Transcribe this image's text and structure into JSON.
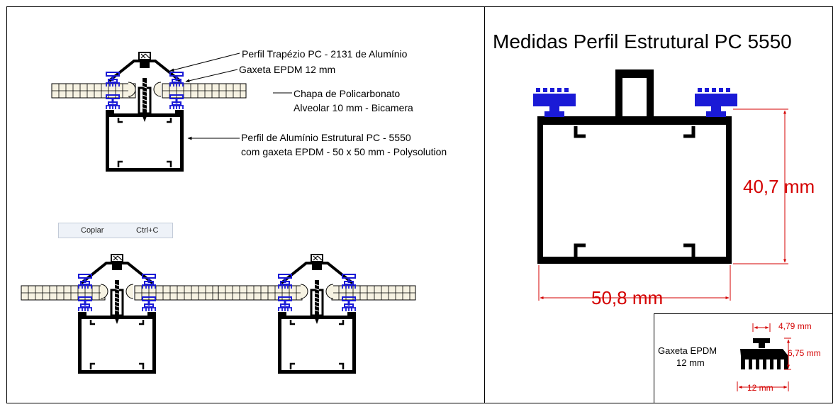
{
  "left_panel": {
    "callouts": {
      "trapezio": "Perfil Trapézio PC - 2131 de Alumínio",
      "gaxeta": "Gaxeta EPDM 12 mm",
      "chapa_line1": "Chapa de Policarbonato",
      "chapa_line2": "Alveolar 10 mm - Bicamera",
      "perfil_line1": "Perfil de Alumínio Estrutural PC - 5550",
      "perfil_line2": "com gaxeta EPDM - 50 x 50 mm - Polysolution"
    },
    "context_menu": {
      "item_label": "Copiar",
      "item_shortcut": "Ctrl+C"
    }
  },
  "right_panel": {
    "title": "Medidas Perfil Estrutural PC 5550",
    "height_dim": "40,7 mm",
    "width_dim": "50,8 mm",
    "gasket_box": {
      "label_line1": "Gaxeta EPDM",
      "label_line2": "12 mm",
      "dim_top": "4,79 mm",
      "dim_side": "6,75 mm",
      "dim_bottom": "12 mm"
    }
  },
  "colors": {
    "profile": "#000000",
    "gasket": "#1a1ad6",
    "dimension": "#d40000",
    "sheet_fill": "#f4f0e0"
  }
}
